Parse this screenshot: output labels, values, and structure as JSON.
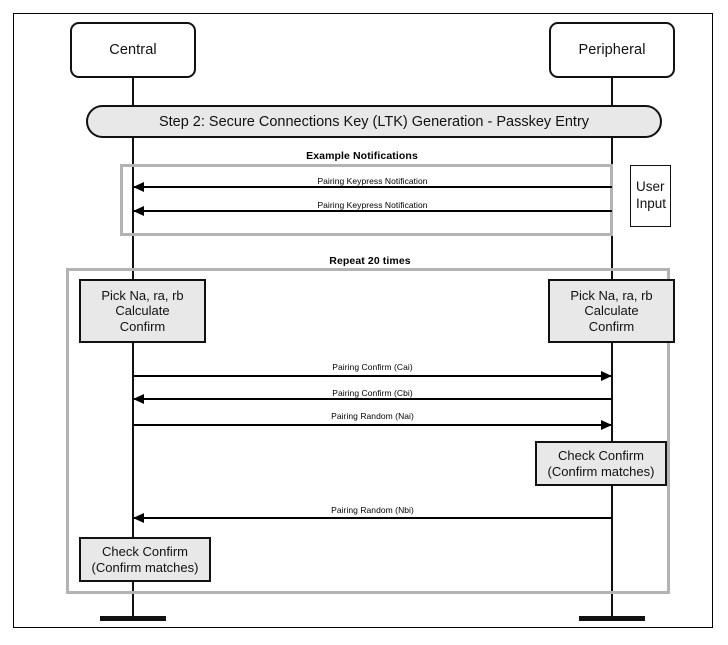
{
  "diagram": {
    "type": "uml-sequence-diagram",
    "title": "Step 2: Secure Connections Key (LTK) Generation - Passkey Entry",
    "actors": [
      {
        "id": "central",
        "label": "Central"
      },
      {
        "id": "peripheral",
        "label": "Peripheral"
      }
    ],
    "sections": [
      {
        "id": "example-notifications",
        "label": "Example Notifications",
        "messages": [
          {
            "label": "Pairing Keypress Notification",
            "direction": "left",
            "from": "peripheral",
            "to": "central"
          },
          {
            "label": "Pairing Keypress Notification",
            "direction": "left",
            "from": "peripheral",
            "to": "central"
          }
        ],
        "notes": [
          {
            "id": "user-input",
            "lines": [
              "User",
              "Input"
            ]
          }
        ]
      },
      {
        "id": "repeat-loop",
        "label": "Repeat 20 times",
        "processes": [
          {
            "id": "central-pick",
            "side": "central",
            "lines": [
              "Pick Na, ra, rb",
              "Calculate",
              "Confirm"
            ]
          },
          {
            "id": "peripheral-pick",
            "side": "peripheral",
            "lines": [
              "Pick Na, ra, rb",
              "Calculate",
              "Confirm"
            ]
          },
          {
            "id": "peripheral-check",
            "side": "peripheral",
            "lines": [
              "Check Confirm",
              "(Confirm matches)"
            ]
          },
          {
            "id": "central-check",
            "side": "central",
            "lines": [
              "Check Confirm",
              "(Confirm matches)"
            ]
          }
        ],
        "messages": [
          {
            "label": "Pairing Confirm (Cai)",
            "direction": "right",
            "from": "central",
            "to": "peripheral"
          },
          {
            "label": "Pairing Confirm (Cbi)",
            "direction": "left",
            "from": "peripheral",
            "to": "central"
          },
          {
            "label": "Pairing Random (Nai)",
            "direction": "right",
            "from": "central",
            "to": "peripheral"
          },
          {
            "label": "Pairing Random (Nbi)",
            "direction": "left",
            "from": "peripheral",
            "to": "central"
          }
        ]
      }
    ],
    "colors": {
      "box_fill": "#e8e8e8",
      "box_border": "#111111",
      "group_border": "#b3b3b3",
      "line": "#000000",
      "background": "#ffffff"
    }
  }
}
